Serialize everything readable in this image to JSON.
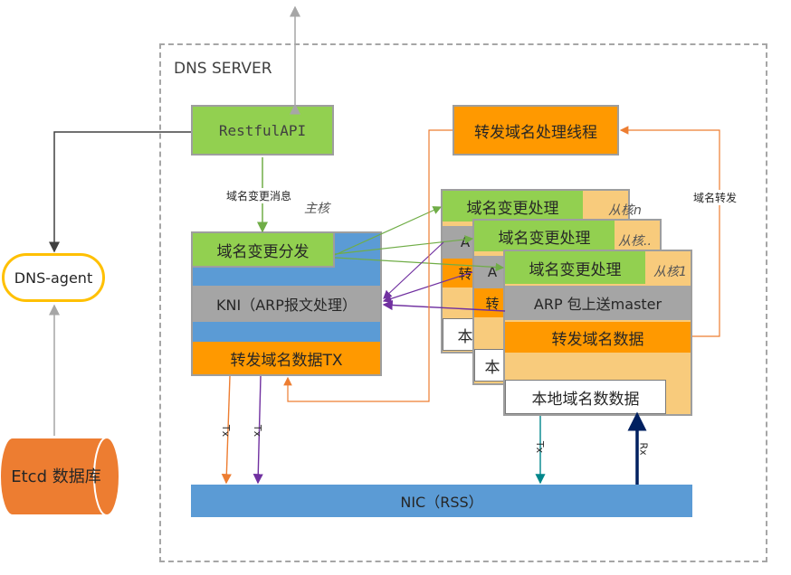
{
  "server": {
    "title": "DNS SERVER"
  },
  "restful_api": "RestfulAPI",
  "forward_thread": "转发域名处理线程",
  "domain_change_msg": "域名变更消息",
  "forward_label": "域名转发",
  "main_core": {
    "label": "主核",
    "dispatch": "域名变更分发",
    "kni": "KNI（ARP报文处理）",
    "forward_tx": "转发域名数据TX"
  },
  "slave_cores": [
    {
      "core_label": "从核n",
      "change": "域名变更处理",
      "arp_short": "A",
      "local_short": "本"
    },
    {
      "core_label": "从核..",
      "change": "域名变更处理",
      "arp_short": "A",
      "local_short": "本"
    },
    {
      "core_label": "从核1",
      "change": "域名变更处理",
      "arp": "ARP 包上送master",
      "forward": "转发域名数据",
      "local": "本地域名数数据"
    }
  ],
  "hidden_chars": {
    "forward_short": "转"
  },
  "nic": "NIC（RSS）",
  "dns_agent": "DNS-agent",
  "etcd": "Etcd 数据库",
  "links": {
    "tx": "Tx",
    "rx": "Rx"
  },
  "colors": {
    "green": "#92d050",
    "orange": "#ff9900",
    "tan": "#f8cb7c",
    "gray": "#a5a5a5",
    "blue": "#5b9bd5",
    "agent_border": "#ffc000",
    "etcd": "#ed7d31",
    "purple": "#7030a0",
    "teal": "#00868b",
    "navy": "#002060"
  }
}
